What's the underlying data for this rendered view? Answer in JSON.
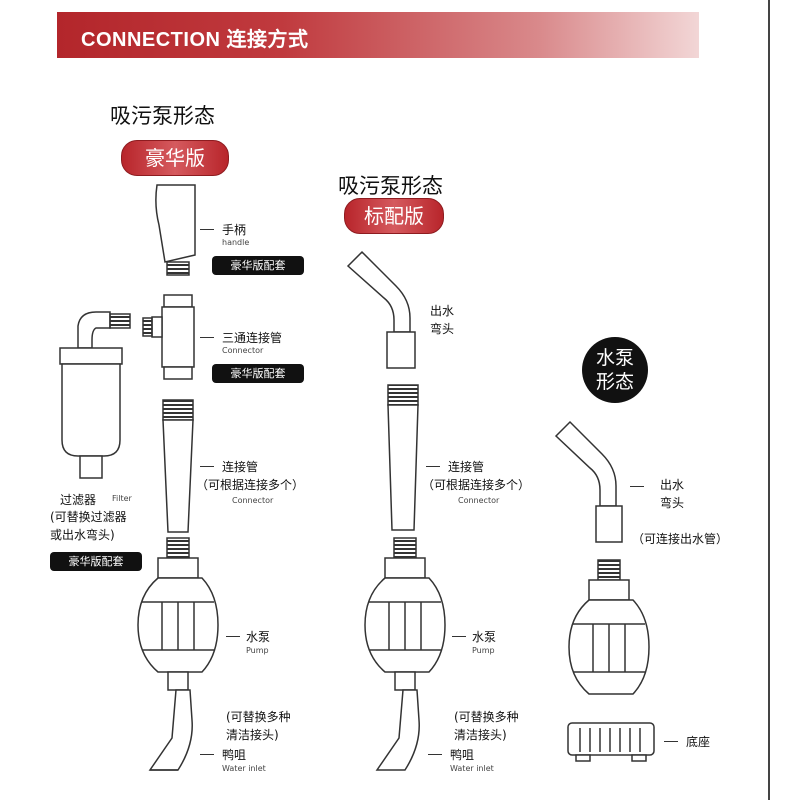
{
  "banner": {
    "title": "CONNECTION 连接方式"
  },
  "deluxe": {
    "heading": "吸污泵形态",
    "badge": "豪华版",
    "handle": {
      "cn": "手柄",
      "en": "handle",
      "tag": "豪华版配套"
    },
    "tee": {
      "cn": "三通连接管",
      "en": "Connector",
      "tag": "豪华版配套"
    },
    "tube": {
      "cn": "连接管",
      "cn2": "（可根据连接多个）",
      "en": "Connector"
    },
    "pump": {
      "cn": "水泵",
      "en": "Pump"
    },
    "nozzle_note": "(可替换多种\n清洁接头)",
    "nozzle": {
      "cn": "鸭咀",
      "en": "Water inlet"
    },
    "filter": {
      "cn": "过滤器",
      "en": "Filter",
      "note": "(可替换过滤器\n或出水弯头)",
      "tag": "豪华版配套"
    }
  },
  "standard": {
    "heading": "吸污泵形态",
    "badge": "标配版",
    "elbow": {
      "cn": "出水\n弯头"
    },
    "tube": {
      "cn": "连接管",
      "cn2": "（可根据连接多个）",
      "en": "Connector"
    },
    "pump": {
      "cn": "水泵",
      "en": "Pump"
    },
    "nozzle_note": "(可替换多种\n清洁接头)",
    "nozzle": {
      "cn": "鸭咀",
      "en": "Water inlet"
    }
  },
  "waterpump": {
    "badge": "水泵\n形态",
    "elbow": {
      "cn": "出水\n弯头",
      "note": "（可连接出水管）"
    },
    "base": {
      "cn": "底座"
    }
  },
  "colors": {
    "accent": "#b8252b",
    "stroke": "#333333",
    "tag_bg": "#111111"
  }
}
